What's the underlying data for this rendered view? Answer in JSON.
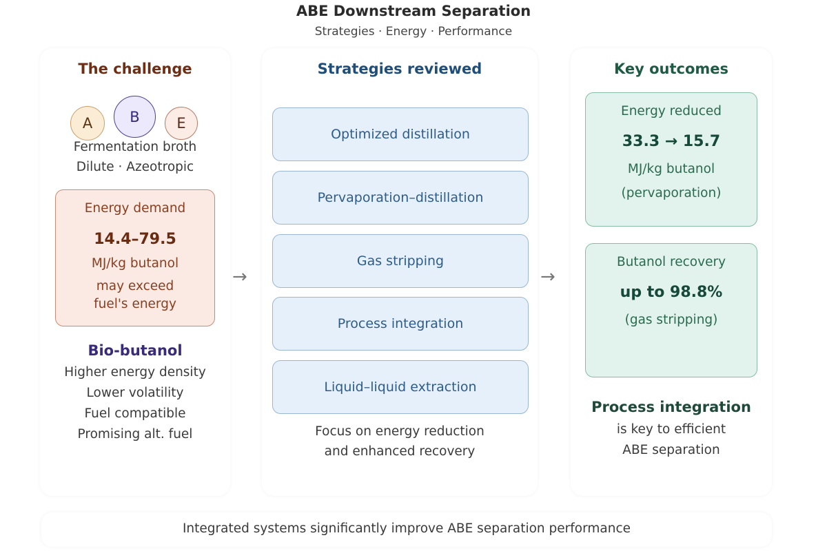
{
  "header": {
    "title": "ABE Downstream Separation",
    "subtitle": "Strategies · Energy · Performance"
  },
  "challenge": {
    "heading": "The challenge",
    "circles": [
      "A",
      "B",
      "E"
    ],
    "broth_line1": "Fermentation broth",
    "broth_line2": "Dilute · Azeotropic",
    "energy_demand": {
      "label": "Energy demand",
      "value": "14.4–79.5",
      "unit": "MJ/kg butanol",
      "note_line1": "may exceed",
      "note_line2": "fuel's energy"
    },
    "biobutanol": {
      "heading": "Bio-butanol",
      "items": [
        "Higher energy density",
        "Lower volatility",
        "Fuel compatible",
        "Promising alt. fuel"
      ]
    }
  },
  "strategies": {
    "heading": "Strategies reviewed",
    "items": [
      "Optimized distillation",
      "Pervaporation–distillation",
      "Gas stripping",
      "Process integration",
      "Liquid–liquid extraction"
    ],
    "footer_line1": "Focus on energy reduction",
    "footer_line2": "and enhanced recovery"
  },
  "outcomes": {
    "heading": "Key outcomes",
    "energy": {
      "label": "Energy reduced",
      "value": "33.3 → 15.7",
      "unit": "MJ/kg butanol",
      "note": "(pervaporation)"
    },
    "recovery": {
      "label": "Butanol recovery",
      "value": "up to 98.8%",
      "note": "(gas stripping)"
    },
    "integration": {
      "heading": "Process integration",
      "line1": "is key to efficient",
      "line2": "ABE separation"
    }
  },
  "arrows": [
    "→",
    "→"
  ],
  "footer": {
    "text": "Integrated systems significantly improve ABE separation performance"
  }
}
